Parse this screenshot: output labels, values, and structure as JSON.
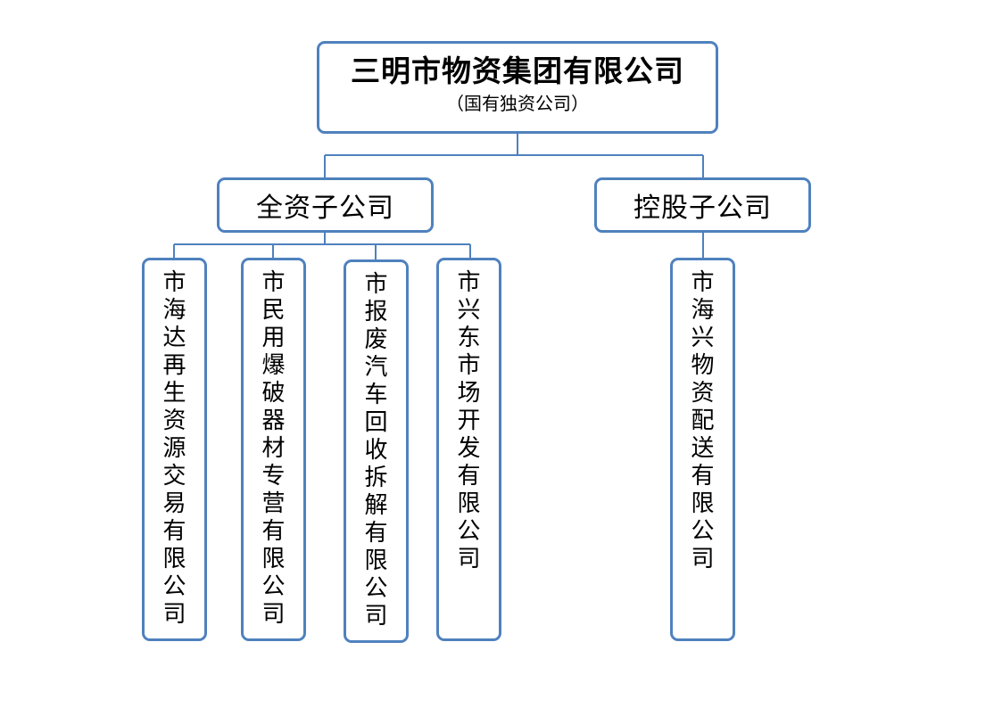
{
  "root": {
    "name": "三明市物资集团有限公司",
    "note": "（国有独资公司）"
  },
  "groups": {
    "wholly_owned": "全资子公司",
    "holding": "控股子公司"
  },
  "subsidiaries": {
    "sub1": "市海达再生资源交易有限公司",
    "sub2": "市民用爆破器材专营有限公司",
    "sub3": "市报废汽车回收拆解有限公司",
    "sub4": "市兴东市场开发有限公司",
    "sub5": "市海兴物资配送有限公司"
  },
  "colors": {
    "border": "#4f81bd",
    "connector": "#4f81bd",
    "text": "#000000",
    "background": "#ffffff"
  }
}
